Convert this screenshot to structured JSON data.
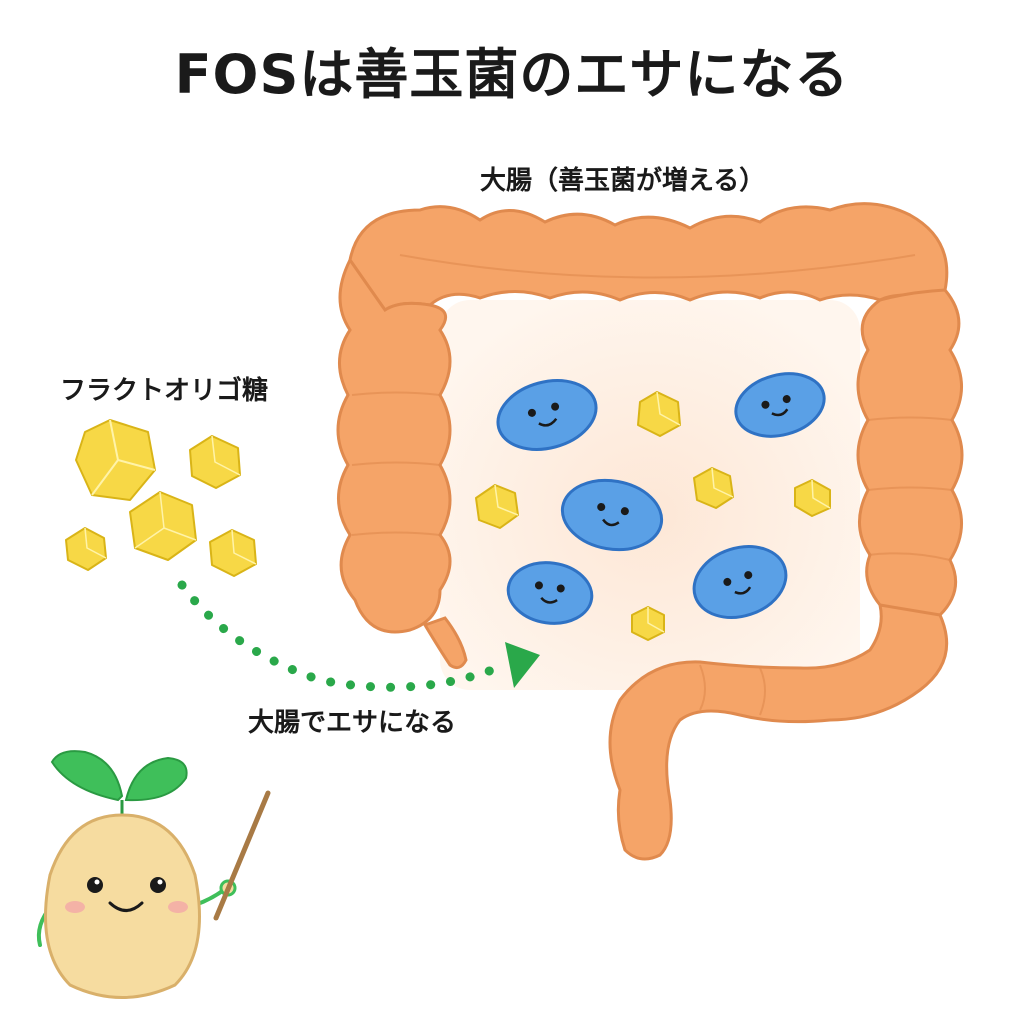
{
  "title": "FOSは善玉菌のエサになる",
  "labels": {
    "intestine": "大腸（善玉菌が増える）",
    "fos": "フラクトオリゴ糖",
    "arrow": "大腸でエサになる"
  },
  "colors": {
    "intestine": "#f5a468",
    "intestine_stroke": "#e08a4e",
    "bacteria": "#5aa0e6",
    "bacteria_stroke": "#2f72c4",
    "crystal": "#f7d846",
    "crystal_stroke": "#d9b417",
    "arrow": "#2aa84a",
    "sprout_leaf": "#3fbf5a",
    "sprout_body": "#f6dca0"
  },
  "icons": [
    "intestine-icon",
    "bacteria-icon",
    "sugar-crystal-icon",
    "sprout-character-icon",
    "pointer-stick-icon"
  ]
}
